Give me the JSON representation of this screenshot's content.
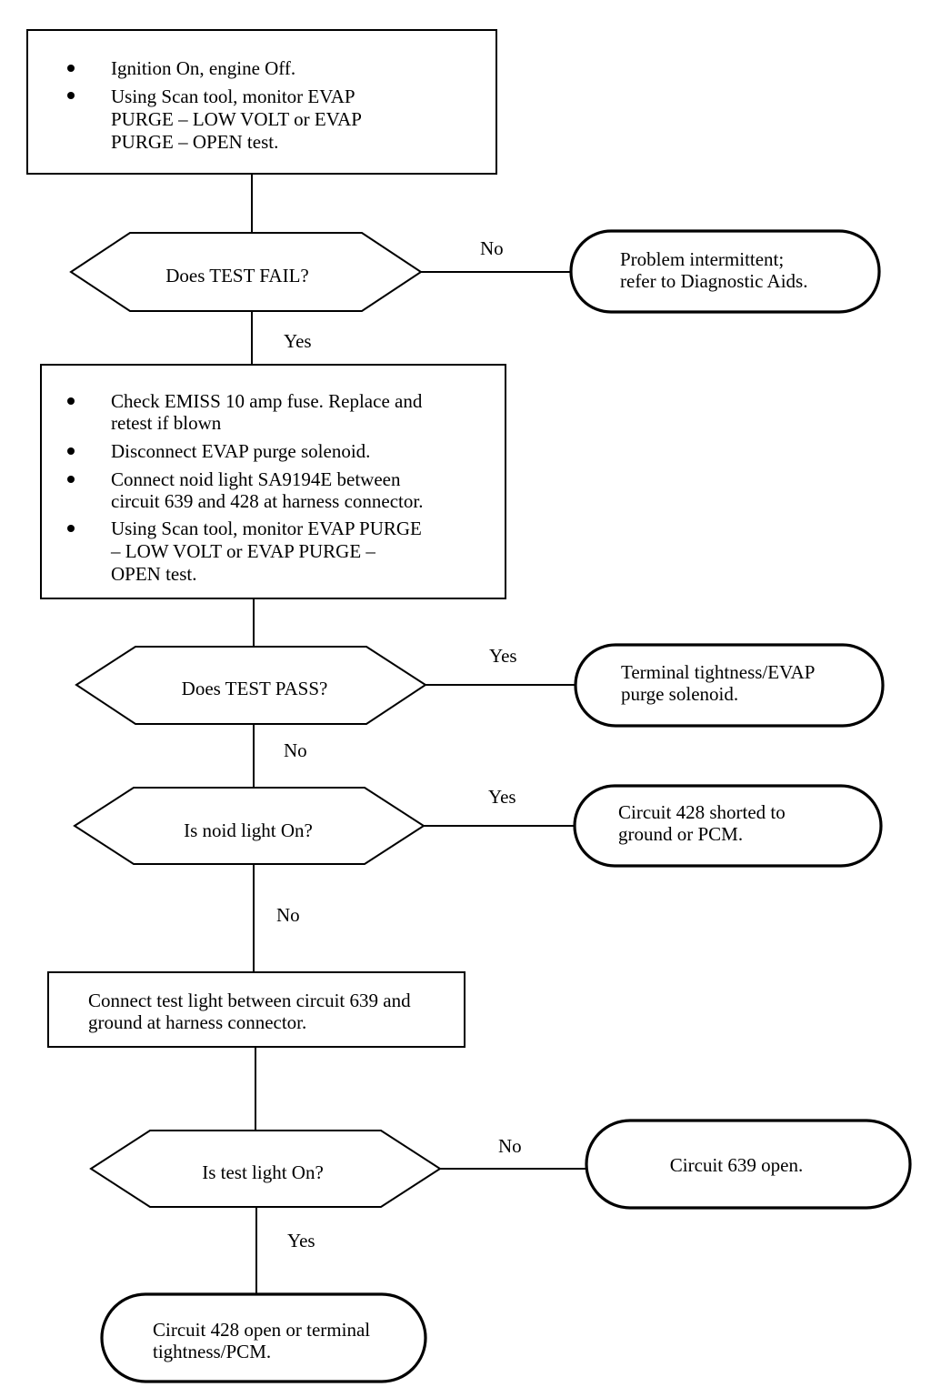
{
  "start_box": {
    "bullets": [
      [
        "Ignition On, engine Off."
      ],
      [
        "Using Scan tool, monitor EVAP",
        "PURGE – LOW VOLT or EVAP",
        "PURGE – OPEN test."
      ]
    ]
  },
  "decision_fail": {
    "text": "Does TEST FAIL?",
    "no_label": "No",
    "yes_label": "Yes"
  },
  "result_intermittent": {
    "lines": [
      "Problem intermittent;",
      "refer to Diagnostic Aids."
    ]
  },
  "check_box": {
    "bullets": [
      [
        "Check EMISS 10 amp fuse. Replace and",
        "retest if blown"
      ],
      [
        "Disconnect EVAP purge solenoid."
      ],
      [
        "Connect noid light SA9194E between",
        "circuit 639 and 428 at harness connector."
      ],
      [
        "Using Scan tool, monitor EVAP PURGE",
        "– LOW VOLT or EVAP PURGE –",
        "OPEN test."
      ]
    ]
  },
  "decision_pass": {
    "text": "Does TEST PASS?",
    "yes_label": "Yes",
    "no_label": "No"
  },
  "result_terminal": {
    "lines": [
      "Terminal tightness/EVAP",
      "purge solenoid."
    ]
  },
  "decision_noid": {
    "text": "Is noid light On?",
    "yes_label": "Yes",
    "no_label": "No"
  },
  "result_428_short": {
    "lines": [
      "Circuit 428 shorted to",
      "ground or PCM."
    ]
  },
  "connect_box": {
    "lines": [
      "Connect test light between circuit 639 and",
      "ground at harness connector."
    ]
  },
  "decision_testlight": {
    "text": "Is test light On?",
    "no_label": "No",
    "yes_label": "Yes"
  },
  "result_639_open": {
    "lines": [
      "Circuit 639 open."
    ]
  },
  "result_428_open": {
    "lines": [
      "Circuit 428 open or terminal",
      "tightness/PCM."
    ]
  }
}
